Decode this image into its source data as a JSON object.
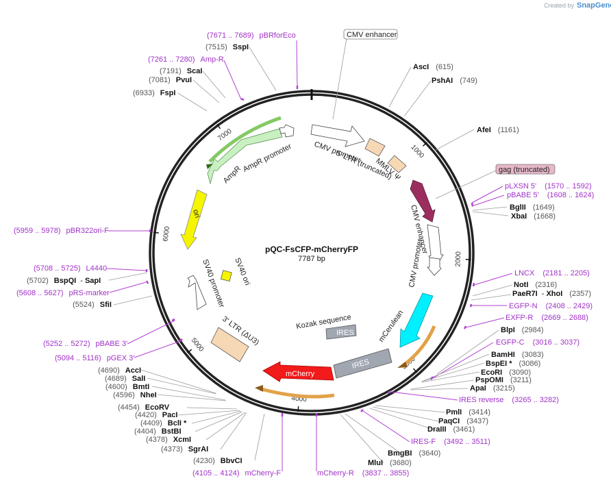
{
  "watermark": {
    "prefix": "Created by",
    "brand": "SnapGene"
  },
  "plasmid": {
    "name": "pQC-FsCFP-mCherryFP",
    "length_label": "7787 bp",
    "length": 7787
  },
  "ticks": [
    {
      "pos": 1000,
      "label": "1000"
    },
    {
      "pos": 2000,
      "label": "2000"
    },
    {
      "pos": 3000,
      "label": "3000"
    },
    {
      "pos": 4000,
      "label": "4000"
    },
    {
      "pos": 5000,
      "label": "5000"
    },
    {
      "pos": 6000,
      "label": "6000"
    },
    {
      "pos": 7000,
      "label": "7000"
    }
  ],
  "enzymes": [
    {
      "name": "SspI",
      "pos_label": "(7515)",
      "side": "left"
    },
    {
      "name": "ScaI",
      "pos_label": "(7191)",
      "side": "left"
    },
    {
      "name": "PvuI",
      "pos_label": "(7081)",
      "side": "left"
    },
    {
      "name": "FspI",
      "pos_label": "(6933)",
      "side": "left"
    },
    {
      "name": "AscI",
      "pos_label": "(615)",
      "side": "right"
    },
    {
      "name": "PshAI",
      "pos_label": "(749)",
      "side": "right"
    },
    {
      "name": "AfeI",
      "pos_label": "(1161)",
      "side": "right"
    },
    {
      "name": "BglII",
      "pos_label": "(1649)",
      "side": "right"
    },
    {
      "name": "XbaI",
      "pos_label": "(1668)",
      "side": "right"
    },
    {
      "name": "NotI",
      "pos_label": "(2316)",
      "side": "right"
    },
    {
      "name": "PaeR7I",
      "pos_label": "",
      "side": "right",
      "pair_name": "XhoI",
      "pair_pos_label": "(2357)"
    },
    {
      "name": "BlpI",
      "pos_label": "(2984)",
      "side": "right"
    },
    {
      "name": "BamHI",
      "pos_label": "(3083)",
      "side": "right"
    },
    {
      "name": "BspEI *",
      "pos_label": "(3086)",
      "side": "right"
    },
    {
      "name": "EcoRI",
      "pos_label": "(3090)",
      "side": "right"
    },
    {
      "name": "PspOMI",
      "pos_label": "(3211)",
      "side": "right"
    },
    {
      "name": "ApaI",
      "pos_label": "(3215)",
      "side": "right"
    },
    {
      "name": "PmlI",
      "pos_label": "(3414)",
      "side": "right"
    },
    {
      "name": "PaqCI",
      "pos_label": "(3437)",
      "side": "right"
    },
    {
      "name": "DraIII",
      "pos_label": "(3461)",
      "side": "right"
    },
    {
      "name": "BmgBI",
      "pos_label": "(3640)",
      "side": "right"
    },
    {
      "name": "MluI",
      "pos_label": "(3680)",
      "side": "right"
    },
    {
      "name": "BbvCI",
      "pos_label": "(4230)",
      "side": "left"
    },
    {
      "name": "SgrAI",
      "pos_label": "(4373)",
      "side": "left"
    },
    {
      "name": "XcmI",
      "pos_label": "(4378)",
      "side": "left"
    },
    {
      "name": "BstBI",
      "pos_label": "(4404)",
      "side": "left"
    },
    {
      "name": "BclI *",
      "pos_label": "(4409)",
      "side": "left"
    },
    {
      "name": "PacI",
      "pos_label": "(4420)",
      "side": "left"
    },
    {
      "name": "EcoRV",
      "pos_label": "(4454)",
      "side": "left"
    },
    {
      "name": "NheI",
      "pos_label": "(4596)",
      "side": "left"
    },
    {
      "name": "BmtI",
      "pos_label": "(4600)",
      "side": "left"
    },
    {
      "name": "SalI",
      "pos_label": "(4689)",
      "side": "left"
    },
    {
      "name": "AccI",
      "pos_label": "(4690)",
      "side": "left"
    },
    {
      "name": "SfiI",
      "pos_label": "(5524)",
      "side": "left"
    },
    {
      "name": "BspQI",
      "pos_label": "(5702)",
      "side": "left",
      "pair_name": "SapI"
    }
  ],
  "primers": [
    {
      "name": "pBRforEco",
      "range": "(7671 .. 7689)"
    },
    {
      "name": "Amp-R",
      "range": "(7261 .. 7280)"
    },
    {
      "name": "pLXSN 5'",
      "range": "(1570 .. 1592)"
    },
    {
      "name": "pBABE 5'",
      "range": "(1608 .. 1624)"
    },
    {
      "name": "LNCX",
      "range": "(2181 .. 2205)"
    },
    {
      "name": "EGFP-N",
      "range": "(2408 .. 2429)"
    },
    {
      "name": "EXFP-R",
      "range": "(2669 .. 2688)"
    },
    {
      "name": "EGFP-C",
      "range": "(3016 .. 3037)"
    },
    {
      "name": "IRES reverse",
      "range": "(3265 .. 3282)"
    },
    {
      "name": "IRES-F",
      "range": "(3492 .. 3511)"
    },
    {
      "name": "mCherry-R",
      "range": "(3837 .. 3855)"
    },
    {
      "name": "mCherry-F",
      "range": "(4105 .. 4124)"
    },
    {
      "name": "pGEX 3'",
      "range": "(5094 .. 5116)"
    },
    {
      "name": "pBABE 3'",
      "range": "(5252 .. 5272)"
    },
    {
      "name": "pRS-marker",
      "range": "(5608 .. 5627)"
    },
    {
      "name": "L4440",
      "range": "(5708 .. 5725)"
    },
    {
      "name": "pBR322ori-F",
      "range": "(5959 .. 5978)"
    }
  ],
  "boxed_labels": [
    {
      "text": "CMV enhancer",
      "color": "#ffffff"
    },
    {
      "text": "gag (truncated)",
      "color": "#e7b7c9"
    }
  ],
  "features": [
    {
      "name": "CMV enhancer",
      "color": "#ffffff"
    },
    {
      "name": "CMV promoter",
      "color": "#ffffff"
    },
    {
      "name": "5' LTR (truncated)",
      "color": "#f7d8b5"
    },
    {
      "name": "MMLV Ψ",
      "color": "#f7d8b5"
    },
    {
      "name": "gag (truncated)",
      "color": "#9b2e5e"
    },
    {
      "name": "CMV enhancer",
      "color": "#ffffff"
    },
    {
      "name": "CMV promoter",
      "color": "#ffffff"
    },
    {
      "name": "mCerulean",
      "color": "#00f0ff"
    },
    {
      "name": "IRES",
      "color": "#a0a7b0"
    },
    {
      "name": "Kozak sequence",
      "color": "#ffffff"
    },
    {
      "name": "IRES",
      "color": "#a0a7b0"
    },
    {
      "name": "mCherry",
      "color": "#f21a1a"
    },
    {
      "name": "3' LTR (ΔU3)",
      "color": "#f7d8b5"
    },
    {
      "name": "SV40 promoter",
      "color": "#ffffff"
    },
    {
      "name": "SV40 ori",
      "color": "#f5f500"
    },
    {
      "name": "ori",
      "color": "#f5f500"
    },
    {
      "name": "AmpR",
      "color": "#c9f0c1"
    },
    {
      "name": "AmpR promoter",
      "color": "#ffffff"
    }
  ]
}
